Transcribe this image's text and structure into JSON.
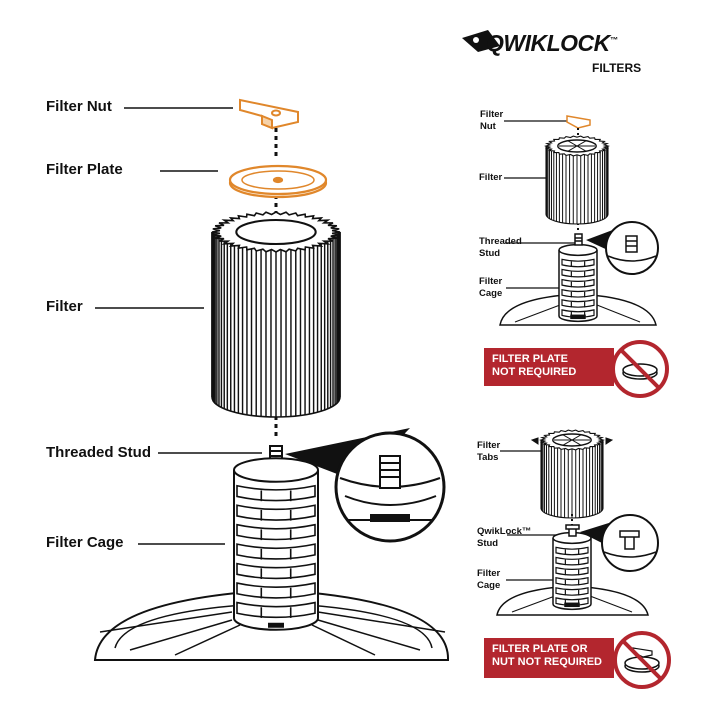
{
  "brand": {
    "name": "QWIKLOCK",
    "tm": "™",
    "subtitle": "FILTERS"
  },
  "main": {
    "labels": {
      "filter_nut": "Filter Nut",
      "filter_plate": "Filter Plate",
      "filter": "Filter",
      "threaded_stud": "Threaded Stud",
      "filter_cage": "Filter Cage"
    }
  },
  "panel1": {
    "labels": {
      "filter_nut_1": "Filter",
      "filter_nut_2": "Nut",
      "filter": "Filter",
      "threaded_stud_1": "Threaded",
      "threaded_stud_2": "Stud",
      "filter_cage_1": "Filter",
      "filter_cage_2": "Cage"
    },
    "banner_line1": "FILTER PLATE",
    "banner_line2": "NOT REQUIRED"
  },
  "panel2": {
    "labels": {
      "filter_tabs_1": "Filter",
      "filter_tabs_2": "Tabs",
      "qwiklock_stud_1": "QwikLock™",
      "qwiklock_stud_2": "Stud",
      "filter_cage_1": "Filter",
      "filter_cage_2": "Cage"
    },
    "banner_line1": "FILTER PLATE OR",
    "banner_line2": "NUT NOT REQUIRED"
  },
  "colors": {
    "orange": "#e0872b",
    "red": "#b3262e",
    "black": "#111111"
  }
}
